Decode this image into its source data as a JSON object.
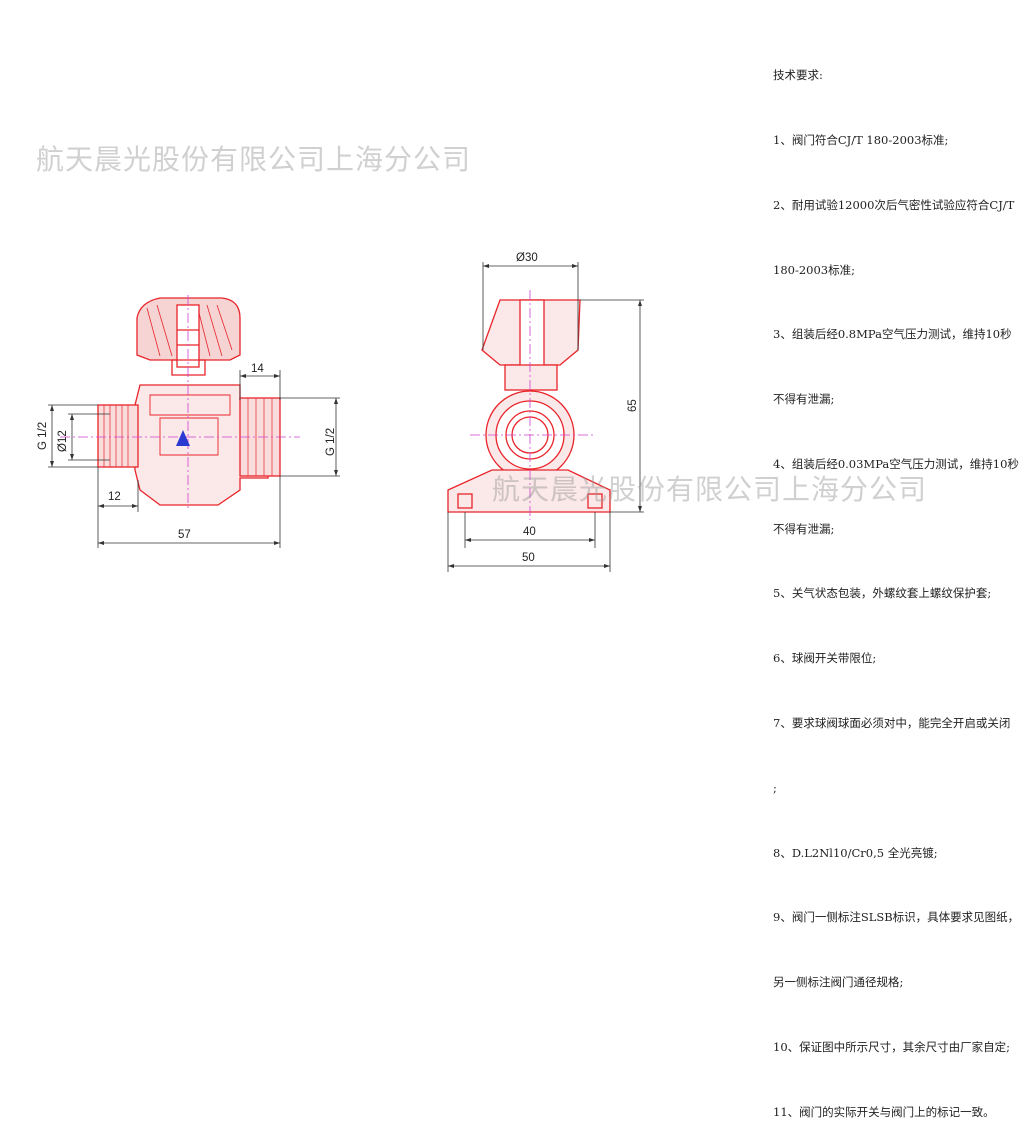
{
  "watermarks": [
    "航天晨光股份有限公司上海分公司",
    "航天晨光股份有限公司上海分公司"
  ],
  "notes": [
    "技术要求:",
    "1、阀门符合CJ/T 180-2003标准;",
    "2、耐用试验12000次后气密性试验应符合CJ/T",
    "180-2003标准;",
    "3、组装后经0.8MPa空气压力测试，维持10秒",
    "不得有泄漏;",
    "4、组装后经0.03MPa空气压力测试，维持10秒",
    "不得有泄漏;",
    "5、关气状态包装，外螺纹套上螺纹保护套;",
    "6、球阀开关带限位;",
    "7、要求球阀球面必须对中，能完全开启或关闭",
    ";",
    "8、D.L2Nl10/Cr0,5 全光亮镀;",
    "9、阀门一侧标注SLSB标识，具体要求见图纸，",
    "另一侧标注阀门通径规格;",
    "10、保证图中所示尺寸，其余尺寸由厂家自定;",
    "11、阀门的实际开关与阀门上的标记一致。"
  ],
  "dims": {
    "d14": "14",
    "g12_left": "G 1/2",
    "phi12": "Ø12",
    "g12_right": "G 1/2",
    "d12": "12",
    "d57": "57",
    "phi30": "Ø30",
    "d65": "65",
    "d40": "40",
    "d50": "50"
  },
  "colors": {
    "part": "#e8242a",
    "dimline": "#333333",
    "axis": "#d040d0",
    "arrow": "#2a3ad0"
  }
}
